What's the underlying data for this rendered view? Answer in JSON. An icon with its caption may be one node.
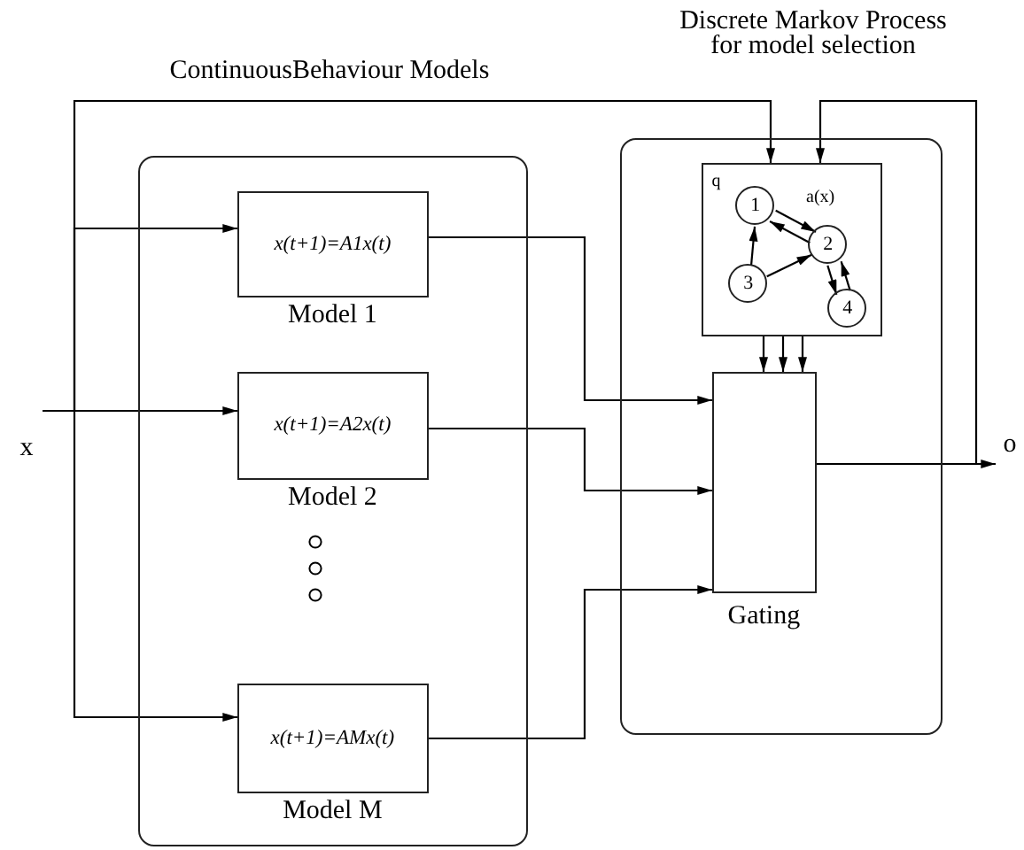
{
  "diagram": {
    "nodes": [
      {
        "text": [
          "ContinuousBehaviour Models"
        ]
      },
      {
        "text": [
          "x(t+1)=A1x(t)",
          "Model 1"
        ],
        "in": 0
      },
      {
        "text": [
          "x(t+1)=A2x(t)",
          "Model 2"
        ],
        "in": 0
      },
      {
        "text": [
          "x(t+1)=AMx(t)",
          "Model M"
        ],
        "in": 0
      },
      {
        "text": [
          "Discrete Markov Process for model selection"
        ]
      },
      {
        "text": [
          "q"
        ],
        "in": 4
      },
      {
        "text": [
          "1"
        ],
        "in": 5
      },
      {
        "text": [
          "2"
        ],
        "in": 5
      },
      {
        "text": [
          "3"
        ],
        "in": 5
      },
      {
        "text": [
          "4"
        ],
        "in": 5
      },
      {
        "text": [
          "Gating"
        ],
        "in": 4
      },
      {
        "text": [
          "x"
        ]
      },
      {
        "text": [
          "o"
        ]
      }
    ],
    "edges": [
      {
        "from": 11,
        "to": 1,
        "arrow": "to"
      },
      {
        "from": 11,
        "to": 2,
        "arrow": "to"
      },
      {
        "from": 11,
        "to": 3,
        "arrow": "to"
      },
      {
        "from": 11,
        "to": 5,
        "arrow": "to"
      },
      {
        "from": 1,
        "to": 10,
        "arrow": "to"
      },
      {
        "from": 2,
        "to": 10,
        "arrow": "to"
      },
      {
        "from": 3,
        "to": 10,
        "arrow": "to"
      },
      {
        "from": 5,
        "to": 10,
        "arrow": "to"
      },
      {
        "from": 5,
        "to": 10,
        "arrow": "to"
      },
      {
        "from": 5,
        "to": 10,
        "arrow": "to"
      },
      {
        "from": 10,
        "to": 12,
        "arrow": "to"
      },
      {
        "from": 10,
        "to": 5,
        "arrow": "to"
      },
      {
        "from": 6,
        "to": 7,
        "arrow": "to",
        "label": "a(x)"
      },
      {
        "from": 7,
        "to": 6,
        "arrow": "to"
      },
      {
        "from": 8,
        "to": 6,
        "arrow": "to"
      },
      {
        "from": 8,
        "to": 7,
        "arrow": "to"
      },
      {
        "from": 7,
        "to": 9,
        "arrow": "to"
      },
      {
        "from": 9,
        "to": 7,
        "arrow": "to"
      }
    ]
  }
}
